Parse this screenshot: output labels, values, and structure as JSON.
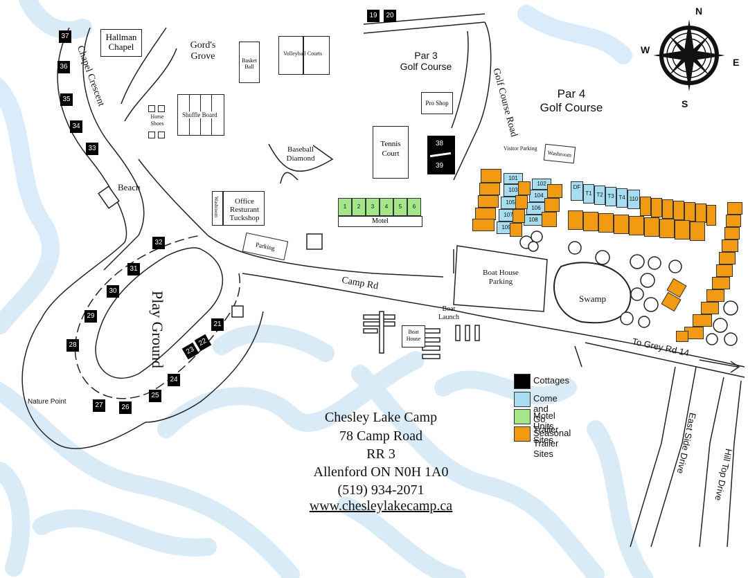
{
  "map": {
    "park_name": "Chesley Lake Camp",
    "address_line1": "78 Camp Road",
    "address_line2": "RR 3",
    "address_line3": "Allenford ON N0H 1A0",
    "phone": "(519) 934-2071",
    "website": "www.chesleylakecamp.ca"
  },
  "compass": {
    "n": "N",
    "e": "E",
    "s": "S",
    "w": "W"
  },
  "roads": {
    "chapel_crescent": "Chapel Crescent",
    "golf_course_road": "Golf Course Road",
    "camp_rd": "Camp Rd",
    "to_grey_rd": "To Grey Rd 14",
    "east_side_drive": "East Side Drive",
    "hill_top_drive": "Hill Top Drive"
  },
  "places": {
    "hallman_chapel": "Hallman Chapel",
    "gords_grove": "Gord's Grove",
    "basket_ball": "Basket Ball",
    "volleyball_courts": "Volleyball Courts",
    "par3": "Par 3",
    "par3_sub": "Golf Course",
    "par4": "Par 4",
    "par4_sub": "Golf Course",
    "pro_shop": "Pro Shop",
    "horse_shoes": "Horse Shoes",
    "shuffle_board": "Shuffle Board",
    "baseball_diamond": "Baseball Diamond",
    "tennis_court": "Tennis Court",
    "visitor_parking": "Visitor Parking",
    "washroom": "Washroom",
    "beach": "Beach",
    "office_line1": "Office",
    "office_line2": "Resturant",
    "office_line3": "Tuckshop",
    "office_washroom": "Washroom",
    "motel": "Motel",
    "parking": "Parking",
    "boat_house_parking": "Boat House Parking",
    "swamp": "Swamp",
    "boat_launch": "Boat Launch",
    "boat_house": "Boat House",
    "play_ground": "Play Ground",
    "nature_point": "Nature Point",
    "df": "DF"
  },
  "cottages": [
    "19",
    "20",
    "37",
    "36",
    "35",
    "34",
    "33",
    "38",
    "39",
    "32",
    "31",
    "30",
    "29",
    "28",
    "27",
    "26",
    "25",
    "24",
    "23",
    "22",
    "21"
  ],
  "motel_units": [
    "1",
    "2",
    "3",
    "4",
    "5",
    "6"
  ],
  "come_and_go": [
    "101",
    "103",
    "105",
    "107",
    "109",
    "102",
    "104",
    "106",
    "108",
    "T1",
    "T2",
    "T3",
    "T4",
    "110"
  ],
  "legend": [
    {
      "label": "Cottages",
      "color": "#000000"
    },
    {
      "label": "Come and Go Trailer Sites",
      "color": "#a8dcf0"
    },
    {
      "label": "Motel Units",
      "color": "#a6e68a"
    },
    {
      "label": "Seasonal Trailer Sites",
      "color": "#f29a12"
    }
  ],
  "colors": {
    "water": "#d4e8f8",
    "cottage": "#000000",
    "come_and_go": "#a8dcf0",
    "motel": "#a6e68a",
    "seasonal": "#f29a12"
  }
}
